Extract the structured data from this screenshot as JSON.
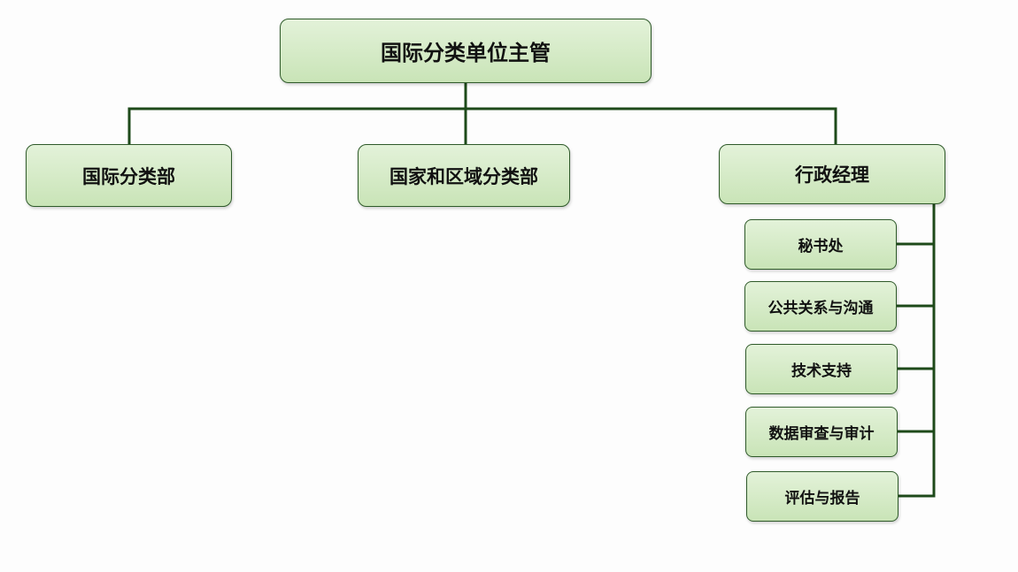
{
  "root": {
    "label": "国际分类单位主管"
  },
  "departments": [
    {
      "label": "国际分类部"
    },
    {
      "label": "国家和区域分类部"
    },
    {
      "label": "行政经理"
    }
  ],
  "admin_units": [
    {
      "label": "秘书处"
    },
    {
      "label": "公共关系与沟通"
    },
    {
      "label": "技术支持"
    },
    {
      "label": "数据审查与审计"
    },
    {
      "label": "评估与报告"
    }
  ],
  "colors": {
    "node_fill_top": "#e3f2d9",
    "node_fill_bottom": "#c9e4b7",
    "node_border": "#2f5a2a",
    "connector": "#1e4a1a"
  }
}
